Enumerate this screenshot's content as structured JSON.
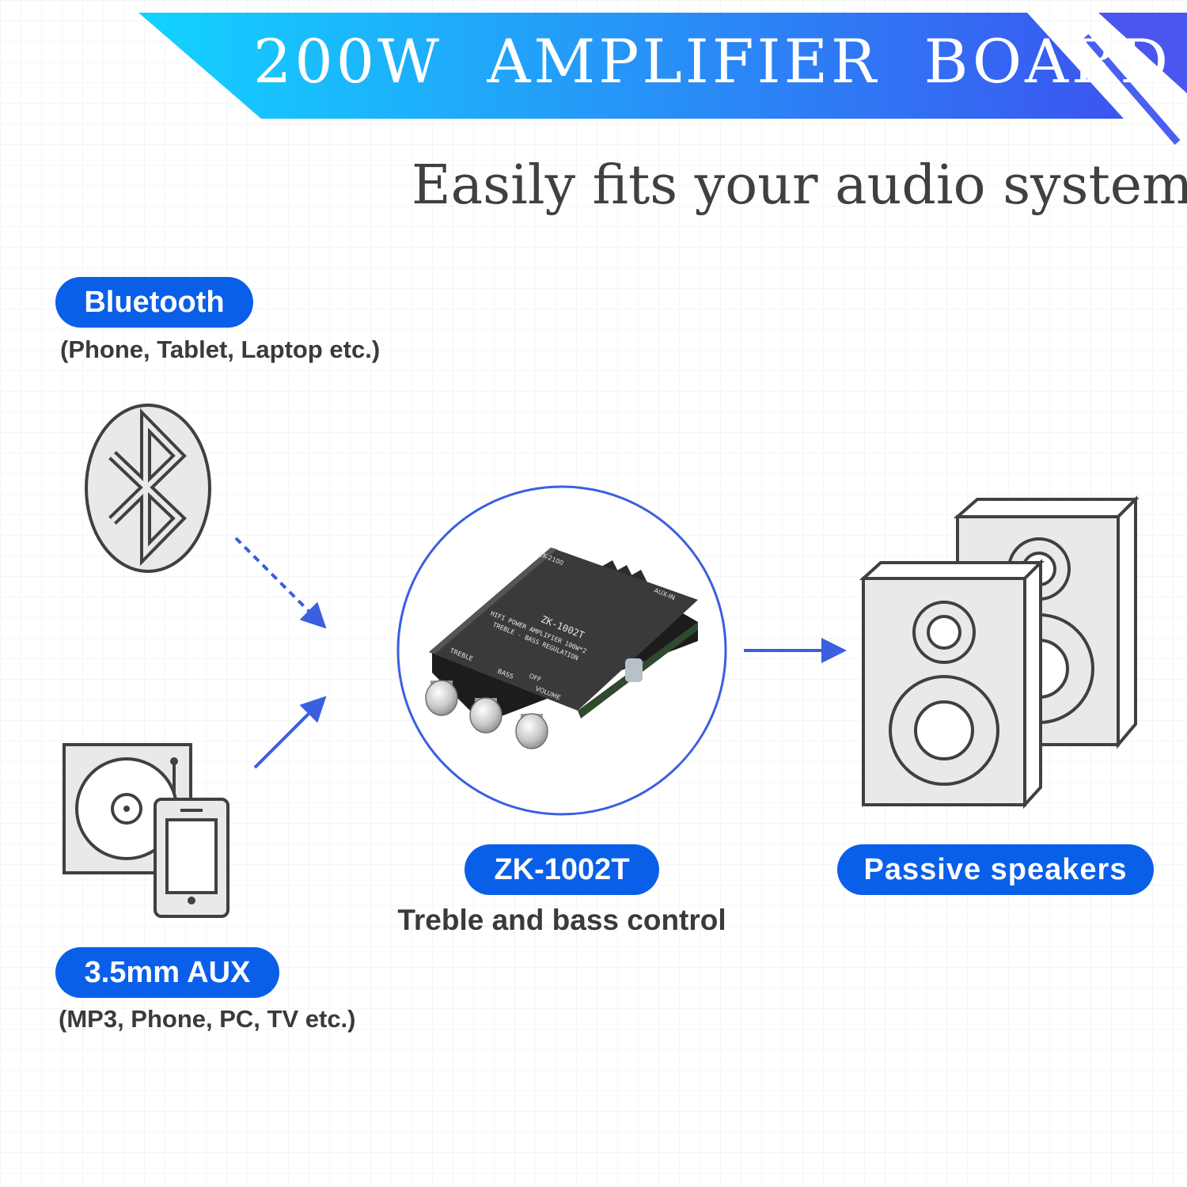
{
  "banner": {
    "title": "200W  AMPLIFIER  BOARD",
    "gradient_start": "#12d3ff",
    "gradient_end": "#3b55f0"
  },
  "subtitle": "Easily fits your audio system",
  "inputs": {
    "bluetooth": {
      "label": "Bluetooth",
      "note": "(Phone, Tablet, Laptop etc.)",
      "icon": "bluetooth-icon"
    },
    "aux": {
      "label": "3.5mm AUX",
      "note": "(MP3, Phone, PC, TV etc.)",
      "icon": "turntable-phone-icon"
    }
  },
  "amplifier": {
    "label": "ZK-1002T",
    "note": "Treble and bass control",
    "board_text": {
      "model": "ZK-1002T",
      "line1": "HIFI POWER AMPLIFIER 100W*2",
      "line2": "TREBLE - BASS  REGULATION",
      "knob_treble": "TREBLE",
      "knob_bass": "BASS",
      "knob_volume": "VOLUME",
      "knob_off": "OFF",
      "badge_left": "ZK-2100",
      "badge_right": "AUX-IN"
    }
  },
  "output": {
    "label": "Passive speakers",
    "icon": "speakers-icon"
  },
  "colors": {
    "accent": "#0a5fe8",
    "arrow": "#3a5fe0",
    "icon_stroke": "#404040",
    "icon_fill": "#e9e9e9"
  }
}
